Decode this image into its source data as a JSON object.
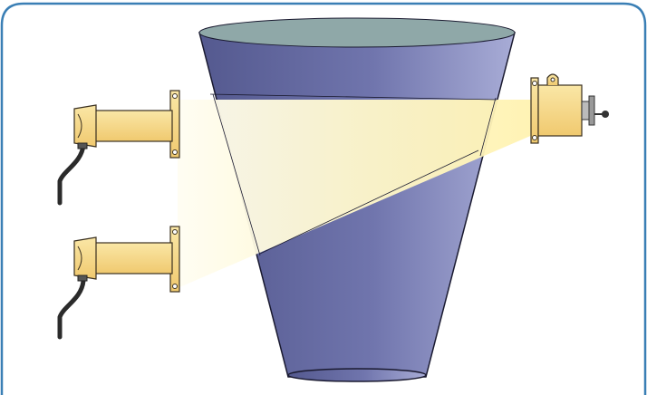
{
  "scene": {
    "description_free": true,
    "frame_color": "#3a7fb5",
    "hopper": {
      "body_light": "#a8acd6",
      "body_dark": "#54598f",
      "top_color": "#8fa8a8",
      "outline": "#1a1a30"
    },
    "beam": {
      "color_near": "#fff7c8",
      "color_far": "#fffdf0"
    },
    "emitters": [
      {
        "name": "upper-emitter",
        "icon": "sensor-housing-icon"
      },
      {
        "name": "lower-emitter",
        "icon": "sensor-housing-icon"
      }
    ],
    "receiver": {
      "name": "receiver",
      "icon": "detector-box-icon"
    },
    "device_color": "#f5d98c",
    "device_outline": "#3a3020",
    "cable_color": "#2b2b2b"
  }
}
